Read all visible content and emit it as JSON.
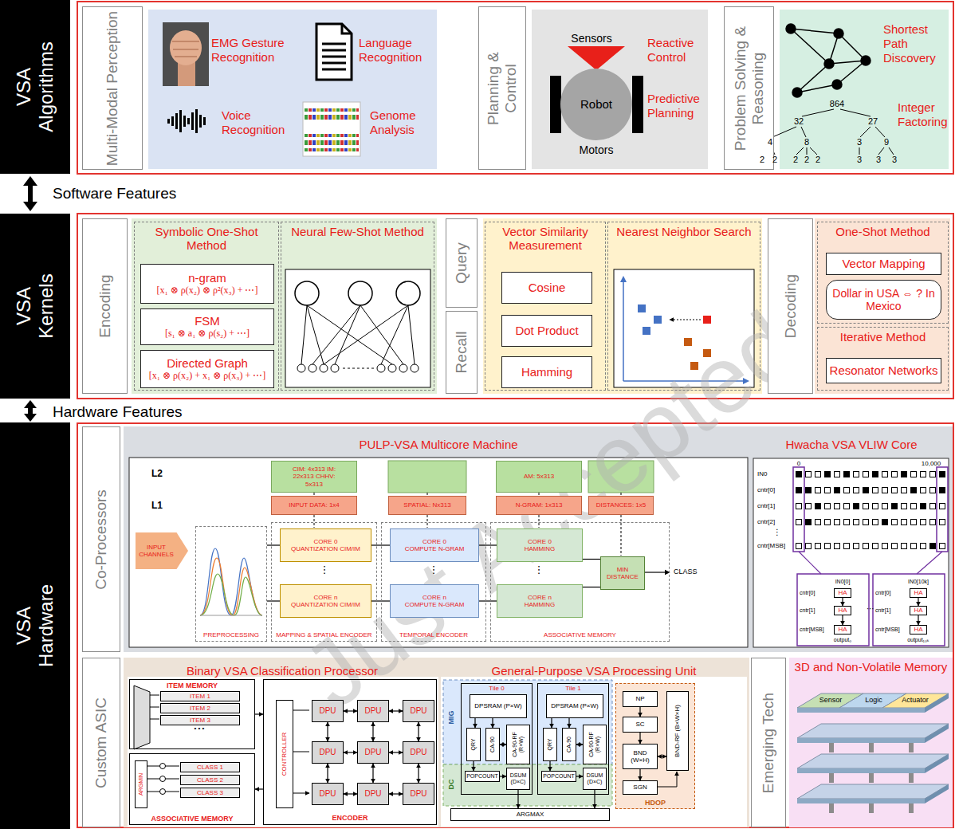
{
  "diagram": {
    "nodes": [
      {
        "text": [
          "VSA Algorithms"
        ]
      },
      {
        "text": [
          "Multi-Modal Perception"
        ]
      },
      {
        "text": [
          "EMG Gesture Recognition",
          "Language Recognition",
          "Voice Recognition",
          "Genome Analysis"
        ]
      },
      {
        "text": [
          "Planning & Control"
        ]
      },
      {
        "text": [
          "Reactive Control",
          "Predictive Planning"
        ]
      },
      {
        "text": [
          "Robot"
        ],
        "in": 4
      },
      {
        "text": [
          "Problem Solving & Reasoning"
        ]
      },
      {
        "text": [
          "Shortest Path Discovery",
          "Integer Factoring"
        ]
      },
      {
        "text": [
          "VSA Kernels"
        ]
      },
      {
        "text": [
          "Encoding"
        ]
      },
      {
        "text": [
          "Symbolic One-Shot Method"
        ]
      },
      {
        "text": [
          "n-gram",
          "[x₁ ⊗ ρ(x₂) ⊗ ρ²(x₃) + ⋯]"
        ],
        "in": 10
      },
      {
        "text": [
          "FSM",
          "[s₁ ⊗ a₁ ⊗ ρ(s₂) + ⋯]"
        ],
        "in": 10
      },
      {
        "text": [
          "Directed Graph",
          "[x₁ ⊗ ρ(x₂) + x₁ ⊗ ρ(x₃) + ⋯]"
        ],
        "in": 10
      },
      {
        "text": [
          "Neural Few-Shot Method"
        ]
      },
      {
        "text": [
          "Query"
        ]
      },
      {
        "text": [
          "Recall"
        ]
      },
      {
        "text": [
          "Vector Similarity Measurement"
        ]
      },
      {
        "text": [
          "Cosine"
        ],
        "in": 17
      },
      {
        "text": [
          "Dot Product"
        ],
        "in": 17
      },
      {
        "text": [
          "Hamming"
        ],
        "in": 17
      },
      {
        "text": [
          "Nearest Neighbor Search"
        ]
      },
      {
        "text": [
          "Decoding"
        ]
      },
      {
        "text": [
          "One-Shot Method"
        ]
      },
      {
        "text": [
          "Vector Mapping"
        ],
        "in": 23
      },
      {
        "text": [
          "Dollar in USA ⇔ ? In Mexico"
        ],
        "in": 23
      },
      {
        "text": [
          "Iterative Method"
        ]
      },
      {
        "text": [
          "Resonator Networks"
        ],
        "in": 26
      },
      {
        "text": [
          "VSA Hardware"
        ]
      },
      {
        "text": [
          "Co-Processors"
        ]
      },
      {
        "text": [
          "PULP-VSA Multicore Machine"
        ]
      },
      {
        "text": [
          "CIM: 4x313 IM: 22x313 CHHV: 5x313"
        ],
        "in": 30
      },
      {
        "text": [
          "AM: 5x313"
        ],
        "in": 30
      },
      {
        "text": [
          "INPUT DATA: 1x4"
        ],
        "in": 30
      },
      {
        "text": [
          "SPATIAL: Nx313"
        ],
        "in": 30
      },
      {
        "text": [
          "N-GRAM: 1x313"
        ],
        "in": 30
      },
      {
        "text": [
          "DISTANCES: 1x5"
        ],
        "in": 30
      },
      {
        "text": [
          "INPUT CHANNELS"
        ],
        "in": 30
      },
      {
        "text": [
          "PREPROCESSING"
        ],
        "in": 30
      },
      {
        "text": [
          "MAPPING & SPATIAL ENCODER"
        ],
        "in": 30
      },
      {
        "text": [
          "CORE 0",
          "QUANTIZATION CIM/IM"
        ],
        "in": 39
      },
      {
        "text": [
          "CORE n",
          "QUANTIZATION CIM/IM"
        ],
        "in": 39
      },
      {
        "text": [
          "TEMPORAL ENCODER"
        ],
        "in": 30
      },
      {
        "text": [
          "CORE 0",
          "COMPUTE N-GRAM"
        ],
        "in": 42
      },
      {
        "text": [
          "CORE n",
          "COMPUTE N-GRAM"
        ],
        "in": 42
      },
      {
        "text": [
          "ASSOCIATIVE MEMORY"
        ],
        "in": 30
      },
      {
        "text": [
          "CORE 0",
          "HAMMING"
        ],
        "in": 45
      },
      {
        "text": [
          "CORE n",
          "HAMMING"
        ],
        "in": 45
      },
      {
        "text": [
          "MIN DISTANCE"
        ],
        "in": 45
      },
      {
        "text": [
          "Hwacha VSA VLIW Core"
        ]
      },
      {
        "text": [
          "HA"
        ],
        "in": 49
      },
      {
        "text": [
          "HA"
        ],
        "in": 49
      },
      {
        "text": [
          "HA"
        ],
        "in": 49
      },
      {
        "text": [
          "HA"
        ],
        "in": 49
      },
      {
        "text": [
          "HA"
        ],
        "in": 49
      },
      {
        "text": [
          "HA"
        ],
        "in": 49
      },
      {
        "text": [
          "Custom ASIC"
        ]
      },
      {
        "text": [
          "Binary VSA Classification Processor"
        ]
      },
      {
        "text": [
          "ITEM MEMORY"
        ],
        "in": 57
      },
      {
        "text": [
          "ITEM 1"
        ],
        "in": 58
      },
      {
        "text": [
          "ITEM 2"
        ],
        "in": 58
      },
      {
        "text": [
          "ITEM 3"
        ],
        "in": 58
      },
      {
        "text": [
          "ASSOCIATIVE MEMORY"
        ],
        "in": 57
      },
      {
        "text": [
          "ARGMIN"
        ],
        "in": 62
      },
      {
        "text": [
          "CLASS 1"
        ],
        "in": 62
      },
      {
        "text": [
          "CLASS 2"
        ],
        "in": 62
      },
      {
        "text": [
          "CLASS 3"
        ],
        "in": 62
      },
      {
        "text": [
          "ENCODER"
        ],
        "in": 57
      },
      {
        "text": [
          "CONTROLLER"
        ],
        "in": 67
      },
      {
        "text": [
          "DPU"
        ],
        "in": 67
      },
      {
        "text": [
          "DPU"
        ],
        "in": 67
      },
      {
        "text": [
          "DPU"
        ],
        "in": 67
      },
      {
        "text": [
          "DPU"
        ],
        "in": 67
      },
      {
        "text": [
          "DPU"
        ],
        "in": 67
      },
      {
        "text": [
          "DPU"
        ],
        "in": 67
      },
      {
        "text": [
          "DPU"
        ],
        "in": 67
      },
      {
        "text": [
          "DPU"
        ],
        "in": 67
      },
      {
        "text": [
          "DPU"
        ],
        "in": 67
      },
      {
        "text": [
          "General-Purpose VSA Processing Unit"
        ]
      },
      {
        "text": [
          "Tile 0"
        ],
        "in": 78
      },
      {
        "text": [
          "DPSRAM (P×W)"
        ],
        "in": 79
      },
      {
        "text": [
          "QRY"
        ],
        "in": 79
      },
      {
        "text": [
          "CA-90"
        ],
        "in": 79
      },
      {
        "text": [
          "CA-90-RF (R×W)"
        ],
        "in": 79
      },
      {
        "text": [
          "POPCOUNT"
        ],
        "in": 79
      },
      {
        "text": [
          "DSUM (D×C)"
        ],
        "in": 79
      },
      {
        "text": [
          "Tile 1"
        ],
        "in": 78
      },
      {
        "text": [
          "DPSRAM (P×W)"
        ],
        "in": 86
      },
      {
        "text": [
          "QRY"
        ],
        "in": 86
      },
      {
        "text": [
          "CA-90"
        ],
        "in": 86
      },
      {
        "text": [
          "CA-90-RF (R×W)"
        ],
        "in": 86
      },
      {
        "text": [
          "POPCOUNT"
        ],
        "in": 86
      },
      {
        "text": [
          "DSUM (D×C)"
        ],
        "in": 86
      },
      {
        "text": [
          "ARGMAX"
        ],
        "in": 78
      },
      {
        "text": [
          "HDOP"
        ],
        "in": 78
      },
      {
        "text": [
          "NP"
        ],
        "in": 94
      },
      {
        "text": [
          "SC"
        ],
        "in": 94
      },
      {
        "text": [
          "BND (W×H)"
        ],
        "in": 94
      },
      {
        "text": [
          "BND-RF (B×W×H)"
        ],
        "in": 94
      },
      {
        "text": [
          "SGN"
        ],
        "in": 94
      },
      {
        "text": [
          "Emerging Tech"
        ]
      },
      {
        "text": [
          "3D and Non-Volatile Memory"
        ]
      }
    ],
    "edges": [
      {
        "from": 38,
        "to": 40,
        "arrow": "none"
      },
      {
        "from": 38,
        "to": 41,
        "arrow": "none"
      },
      {
        "from": 40,
        "to": 43,
        "arrow": "none"
      },
      {
        "from": 41,
        "to": 44,
        "arrow": "none"
      },
      {
        "from": 43,
        "to": 46,
        "arrow": "none"
      },
      {
        "from": 44,
        "to": 47,
        "arrow": "none"
      },
      {
        "from": 46,
        "to": 48,
        "arrow": "none"
      },
      {
        "from": 47,
        "to": 48,
        "arrow": "none"
      },
      {
        "from": 50,
        "to": 51,
        "arrow": "to"
      },
      {
        "from": 51,
        "to": 52,
        "arrow": "to"
      },
      {
        "from": 53,
        "to": 54,
        "arrow": "to"
      },
      {
        "from": 54,
        "to": 55,
        "arrow": "to"
      },
      {
        "from": 58,
        "to": 67,
        "arrow": "to"
      },
      {
        "from": 67,
        "to": 62,
        "arrow": "to"
      },
      {
        "from": 69,
        "to": 70,
        "arrow": "both"
      },
      {
        "from": 70,
        "to": 71,
        "arrow": "both"
      },
      {
        "from": 72,
        "to": 73,
        "arrow": "both"
      },
      {
        "from": 73,
        "to": 74,
        "arrow": "both"
      },
      {
        "from": 75,
        "to": 76,
        "arrow": "both"
      },
      {
        "from": 76,
        "to": 77,
        "arrow": "both"
      },
      {
        "from": 69,
        "to": 72,
        "arrow": "both"
      },
      {
        "from": 72,
        "to": 75,
        "arrow": "both"
      },
      {
        "from": 70,
        "to": 73,
        "arrow": "both"
      },
      {
        "from": 73,
        "to": 76,
        "arrow": "both"
      },
      {
        "from": 71,
        "to": 74,
        "arrow": "both"
      },
      {
        "from": 74,
        "to": 77,
        "arrow": "both"
      },
      {
        "from": 80,
        "to": 81,
        "arrow": "to"
      },
      {
        "from": 80,
        "to": 82,
        "arrow": "to"
      },
      {
        "from": 82,
        "to": 83,
        "arrow": "both"
      },
      {
        "from": 81,
        "to": 84,
        "arrow": "to"
      },
      {
        "from": 84,
        "to": 85,
        "arrow": "to"
      },
      {
        "from": 85,
        "to": 93,
        "arrow": "to"
      },
      {
        "from": 87,
        "to": 88,
        "arrow": "to"
      },
      {
        "from": 87,
        "to": 89,
        "arrow": "to"
      },
      {
        "from": 89,
        "to": 90,
        "arrow": "both"
      },
      {
        "from": 88,
        "to": 91,
        "arrow": "to"
      },
      {
        "from": 91,
        "to": 92,
        "arrow": "to"
      },
      {
        "from": 92,
        "to": 93,
        "arrow": "to"
      },
      {
        "from": 95,
        "to": 96,
        "arrow": "to"
      },
      {
        "from": 96,
        "to": 97,
        "arrow": "to"
      },
      {
        "from": 97,
        "to": 99,
        "arrow": "to"
      },
      {
        "from": 97,
        "to": 98,
        "arrow": "both"
      }
    ],
    "labels": [
      "Sensors",
      "Motors",
      "864",
      "32",
      "27",
      "4",
      "8",
      "3",
      "9",
      "2",
      "2",
      "2",
      "2",
      "2",
      "3",
      "3",
      "3",
      "Software Features",
      "Hardware Features",
      "L2",
      "L1",
      "⋮",
      "⋮",
      "⋮",
      "CLASS",
      "0",
      "10,000",
      "IN0",
      "cntr[0]",
      "cntr[1]",
      "cntr[2]",
      "⋮",
      "cntr[MSB]",
      "IN0[0]",
      "cntr[0]",
      "cntr[1]",
      "cntr[MSB]",
      "output₀",
      "IN0[10k]",
      "cntr[0]",
      "cntr[1]",
      "cntr[MSB]",
      "output₁₀ₖ",
      "⋯",
      "• • •",
      "MIG",
      "DC",
      "Sensor",
      "Logic",
      "Actuator",
      "Just Accepted"
    ]
  }
}
